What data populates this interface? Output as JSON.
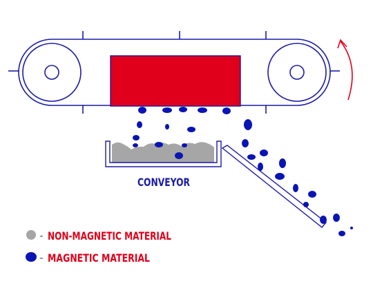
{
  "labels": {
    "conveyor": "CONVEYOR"
  },
  "legend": {
    "items": [
      {
        "dash": "-",
        "text": "NON-MAGNETIC MATERIAL",
        "swatch_color": "#a6a6a6"
      },
      {
        "dash": "-",
        "text": "MAGNETIC MATERIAL",
        "swatch_color": "#0a14b4"
      }
    ]
  },
  "colors": {
    "outline": "#1a1aa6",
    "magnet": "#e0001b",
    "magnetic_particles": "#0a14b4",
    "non_magnetic_material": "#a6a6a6",
    "legend_text": "#e0001b",
    "rotation_arrow": "#e0001b"
  },
  "icons": {
    "rotation": "curved-arrow-icon"
  }
}
